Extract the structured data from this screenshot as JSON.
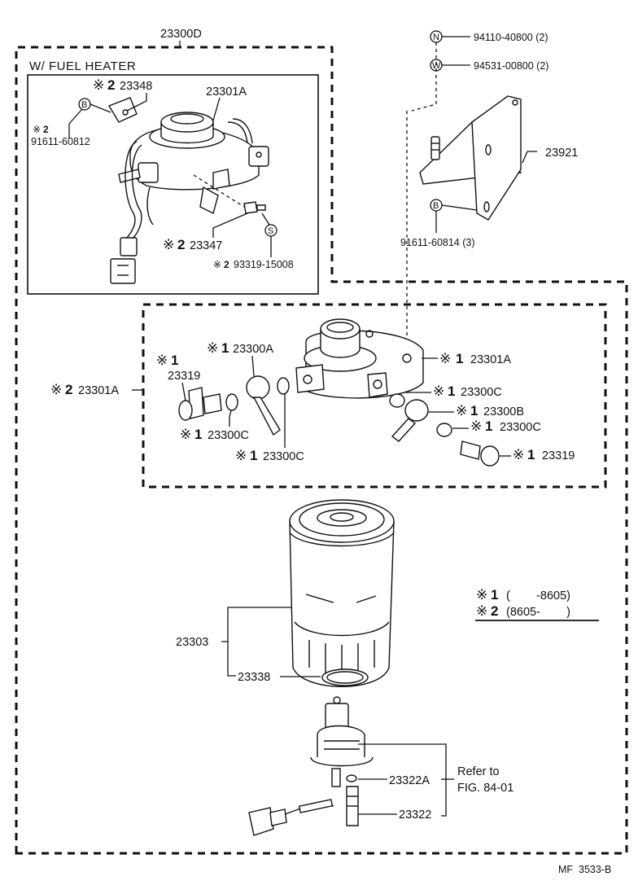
{
  "assembly": {
    "number": "23300D"
  },
  "fuel_heater_box": {
    "title": "W/ FUEL HEATER"
  },
  "parts": {
    "p23348": {
      "mark": "※",
      "code": "2",
      "number": "23348"
    },
    "p23301A_top": {
      "number": "23301A"
    },
    "bolt_top_left": {
      "mark": "※",
      "code": "2",
      "number": "91611-60812",
      "circle": "B"
    },
    "p23347": {
      "mark": "※",
      "code": "2",
      "number": "23347"
    },
    "screw_s": {
      "circle": "S",
      "mark": "※",
      "code": "2",
      "number": "93319-15008"
    },
    "nut_n": {
      "circle": "N",
      "number": "94110-40800 (2)"
    },
    "washer_w": {
      "circle": "W",
      "number": "94531-00800 (2)"
    },
    "bracket": {
      "number": "23921"
    },
    "bolt_bracket": {
      "circle": "B",
      "number": "91611-60814 (3)"
    },
    "p23300A": {
      "mark": "※",
      "code": "1",
      "number": "23300A"
    },
    "p23319_left": {
      "mark": "※",
      "code": "1",
      "number": "23319"
    },
    "p23300C_left1": {
      "mark": "※",
      "code": "1",
      "number": "23300C"
    },
    "p23300C_left2": {
      "mark": "※",
      "code": "1",
      "number": "23300C"
    },
    "p23301A_mid": {
      "mark": "※",
      "code": "1",
      "number": "23301A"
    },
    "p23300C_right1": {
      "mark": "※",
      "code": "1",
      "number": "23300C"
    },
    "p23300B": {
      "mark": "※",
      "code": "1",
      "number": "23300B"
    },
    "p23300C_right2": {
      "mark": "※",
      "code": "1",
      "number": "23300C"
    },
    "p23319_right": {
      "mark": "※",
      "code": "1",
      "number": "23319"
    },
    "p23301A_left": {
      "mark": "※",
      "code": "2",
      "number": "23301A"
    },
    "filter": {
      "number": "23303"
    },
    "oring": {
      "number": "23338"
    },
    "p23322A": {
      "number": "23322A"
    },
    "p23322": {
      "number": "23322"
    }
  },
  "refer": {
    "line1": "Refer to",
    "line2": "FIG. 84-01"
  },
  "legend": {
    "row1": {
      "mark": "※",
      "code": "1",
      "text": "(        -8605)"
    },
    "row2": {
      "mark": "※",
      "code": "2",
      "text": "(8605-        )"
    }
  },
  "footer": {
    "id": "MF  3533-B"
  }
}
